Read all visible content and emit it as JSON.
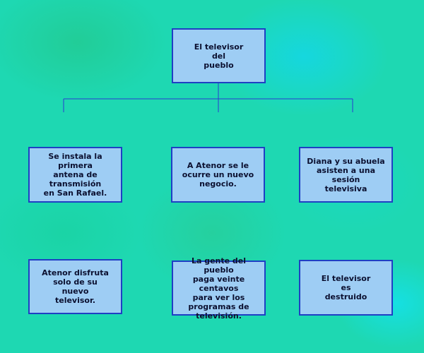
{
  "diagram": {
    "root": {
      "text": "El televisor\ndel\npueblo"
    },
    "row1": [
      {
        "text": "Se instala la primera\nantena de\ntransmisión\nen San Rafael."
      },
      {
        "text": "A Atenor se le\nocurre un nuevo\nnegocio."
      },
      {
        "text": "Diana y su abuela\nasisten a una\nsesión\ntelevisiva"
      }
    ],
    "row2": [
      {
        "text": "Atenor disfruta\nsolo de su\nnuevo\ntelevisor."
      },
      {
        "text": "La gente del pueblo\npaga veinte centavos\npara ver los\nprogramas de\ntelevisión."
      },
      {
        "text": "El televisor\nes\ndestruido"
      }
    ],
    "colors": {
      "box_fill": "#9ecdf4",
      "box_border": "#1f3fc4",
      "connector": "#2a3ad0"
    }
  }
}
